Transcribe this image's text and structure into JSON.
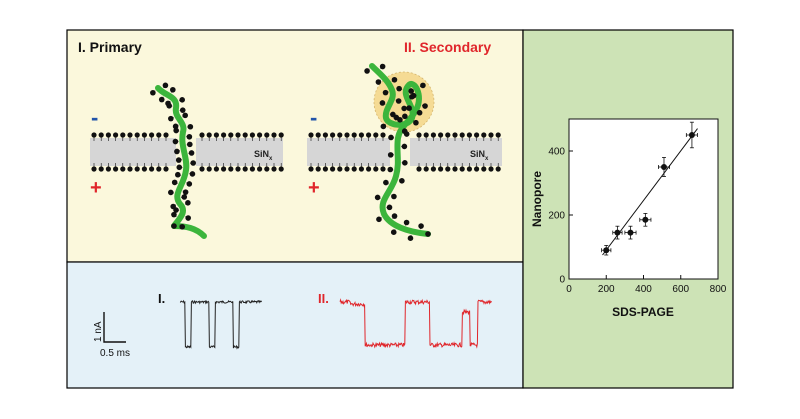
{
  "panels": {
    "primary_title": "I. Primary",
    "secondary_title": "II. Secondary",
    "minus_sign": "-",
    "plus_sign": "+",
    "membrane_label": "SiN",
    "membrane_sub": "x",
    "trace_label_1": "I.",
    "trace_label_2": "II.",
    "scale_current": "1 nA",
    "scale_time": "0.5 ms"
  },
  "colors": {
    "top_bg": "#fbf8dc",
    "bottom_bg": "#e4f1f8",
    "right_bg": "#cde3b6",
    "protein": "#3cb53c",
    "membrane": "#d6d6d6",
    "secondary_red": "#e0262b",
    "fold_halo": "#f3d27c"
  },
  "chart_data": {
    "type": "scatter",
    "title": "",
    "xlabel": "SDS-PAGE",
    "ylabel": "Nanopore",
    "xlim": [
      0,
      800
    ],
    "ylim": [
      0,
      500
    ],
    "xticks": [
      "0",
      "200",
      "400",
      "600",
      "800"
    ],
    "yticks": [
      "0",
      "200",
      "400"
    ],
    "points": [
      {
        "x": 200,
        "y": 90,
        "xerr": 25,
        "yerr": 15
      },
      {
        "x": 260,
        "y": 145,
        "xerr": 25,
        "yerr": 20
      },
      {
        "x": 330,
        "y": 145,
        "xerr": 30,
        "yerr": 20
      },
      {
        "x": 410,
        "y": 185,
        "xerr": 30,
        "yerr": 20
      },
      {
        "x": 510,
        "y": 350,
        "xerr": 30,
        "yerr": 30
      },
      {
        "x": 660,
        "y": 450,
        "xerr": 30,
        "yerr": 40
      }
    ],
    "fit_line": {
      "x": [
        180,
        690
      ],
      "y": [
        75,
        470
      ]
    }
  }
}
